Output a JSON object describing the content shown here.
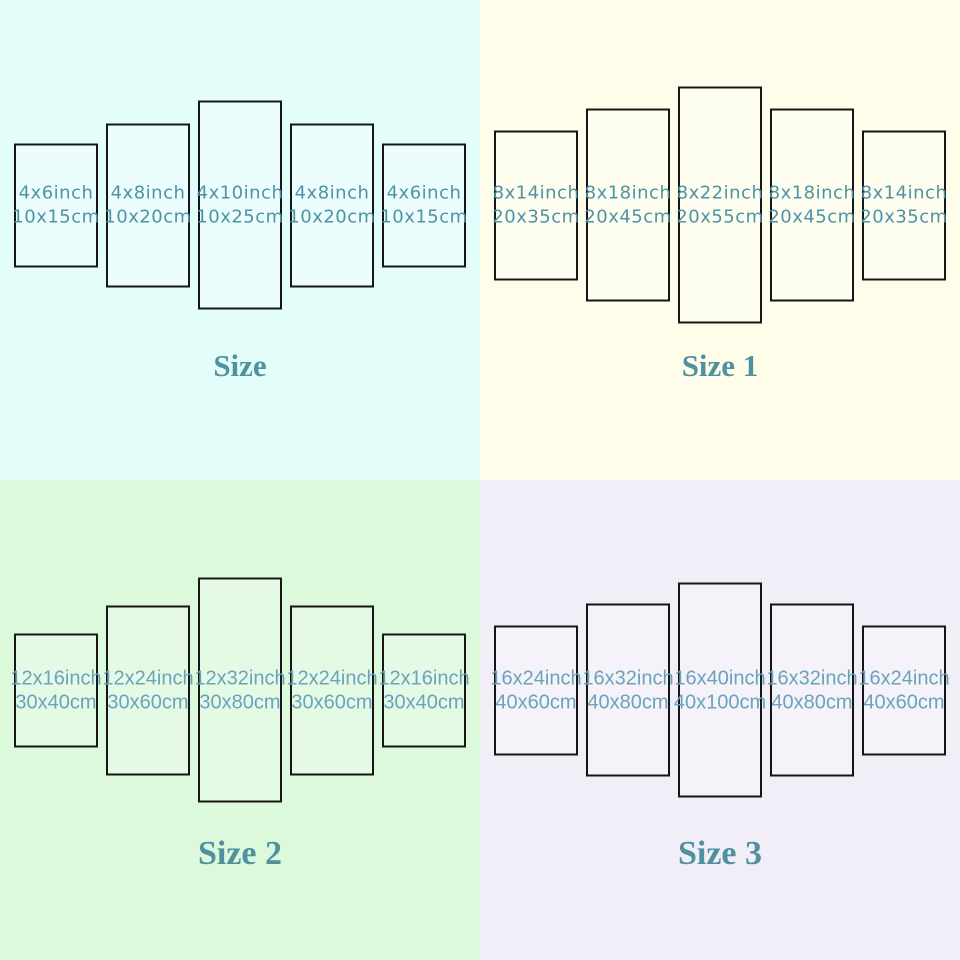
{
  "colors": {
    "q1_bg": "#e3fdfb",
    "q2_bg": "#fdfdea",
    "q3_bg": "#dcf9dc",
    "q4_bg": "#f1eef7",
    "panel_border": "#161616",
    "label_top": "#4e93a5",
    "label_bottom": "#6aa3bd",
    "title_color": "#4f919f"
  },
  "quadrants": [
    {
      "title": "Size",
      "panels": [
        {
          "inch": "4x6inch",
          "cm": "10x15cm"
        },
        {
          "inch": "4x8inch",
          "cm": "10x20cm"
        },
        {
          "inch": "4x10inch",
          "cm": "10x25cm"
        },
        {
          "inch": "4x8inch",
          "cm": "10x20cm"
        },
        {
          "inch": "4x6inch",
          "cm": "10x15cm"
        }
      ]
    },
    {
      "title": "Size 1",
      "panels": [
        {
          "inch": "8x14inch",
          "cm": "20x35cm"
        },
        {
          "inch": "8x18inch",
          "cm": "20x45cm"
        },
        {
          "inch": "8x22inch",
          "cm": "20x55cm"
        },
        {
          "inch": "8x18inch",
          "cm": "20x45cm"
        },
        {
          "inch": "8x14inch",
          "cm": "20x35cm"
        }
      ]
    },
    {
      "title": "Size 2",
      "panels": [
        {
          "inch": "12x16inch",
          "cm": "30x40cm"
        },
        {
          "inch": "12x24inch",
          "cm": "30x60cm"
        },
        {
          "inch": "12x32inch",
          "cm": "30x80cm"
        },
        {
          "inch": "12x24inch",
          "cm": "30x60cm"
        },
        {
          "inch": "12x16inch",
          "cm": "30x40cm"
        }
      ]
    },
    {
      "title": "Size 3",
      "panels": [
        {
          "inch": "16x24inch",
          "cm": "40x60cm"
        },
        {
          "inch": "16x32inch",
          "cm": "40x80cm"
        },
        {
          "inch": "16x40inch",
          "cm": "40x100cm"
        },
        {
          "inch": "16x32inch",
          "cm": "40x80cm"
        },
        {
          "inch": "16x24inch",
          "cm": "40x60cm"
        }
      ]
    }
  ]
}
